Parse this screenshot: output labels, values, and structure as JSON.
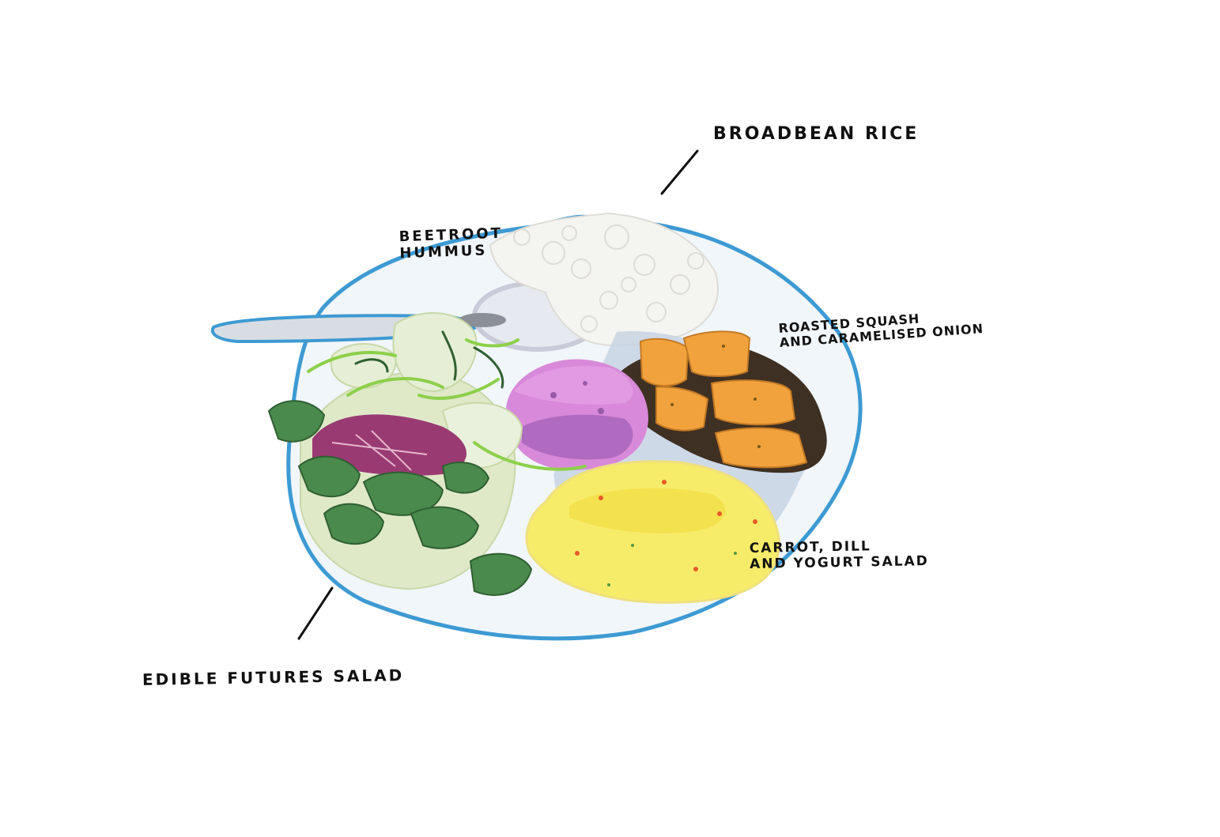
{
  "labels": {
    "broadbean_rice": "BROADBEAN RICE",
    "beetroot_hummus_line1": "BEETROOT",
    "beetroot_hummus_line2": "HUMMUS",
    "squash_line1": "ROASTED SQUASH",
    "squash_line2": "AND CARAMELISED ONION",
    "carrot_line1": "CARROT, DILL",
    "carrot_line2": "AND YOGURT SALAD",
    "edible_futures_salad": "EDIBLE FUTURES SALAD"
  },
  "colors": {
    "plate_rim": "#3d9ad3",
    "plate_fill": "#f1f6fa",
    "hummus": "#d889d9",
    "squash": "#f2a23c",
    "onion": "#3e3022",
    "carrot_salad": "#f7ec6a",
    "spinach": "#4a8a4c",
    "radicchio": "#9a3a73",
    "lettuce": "#dfe9c8",
    "herb_green": "#8cd04a"
  }
}
